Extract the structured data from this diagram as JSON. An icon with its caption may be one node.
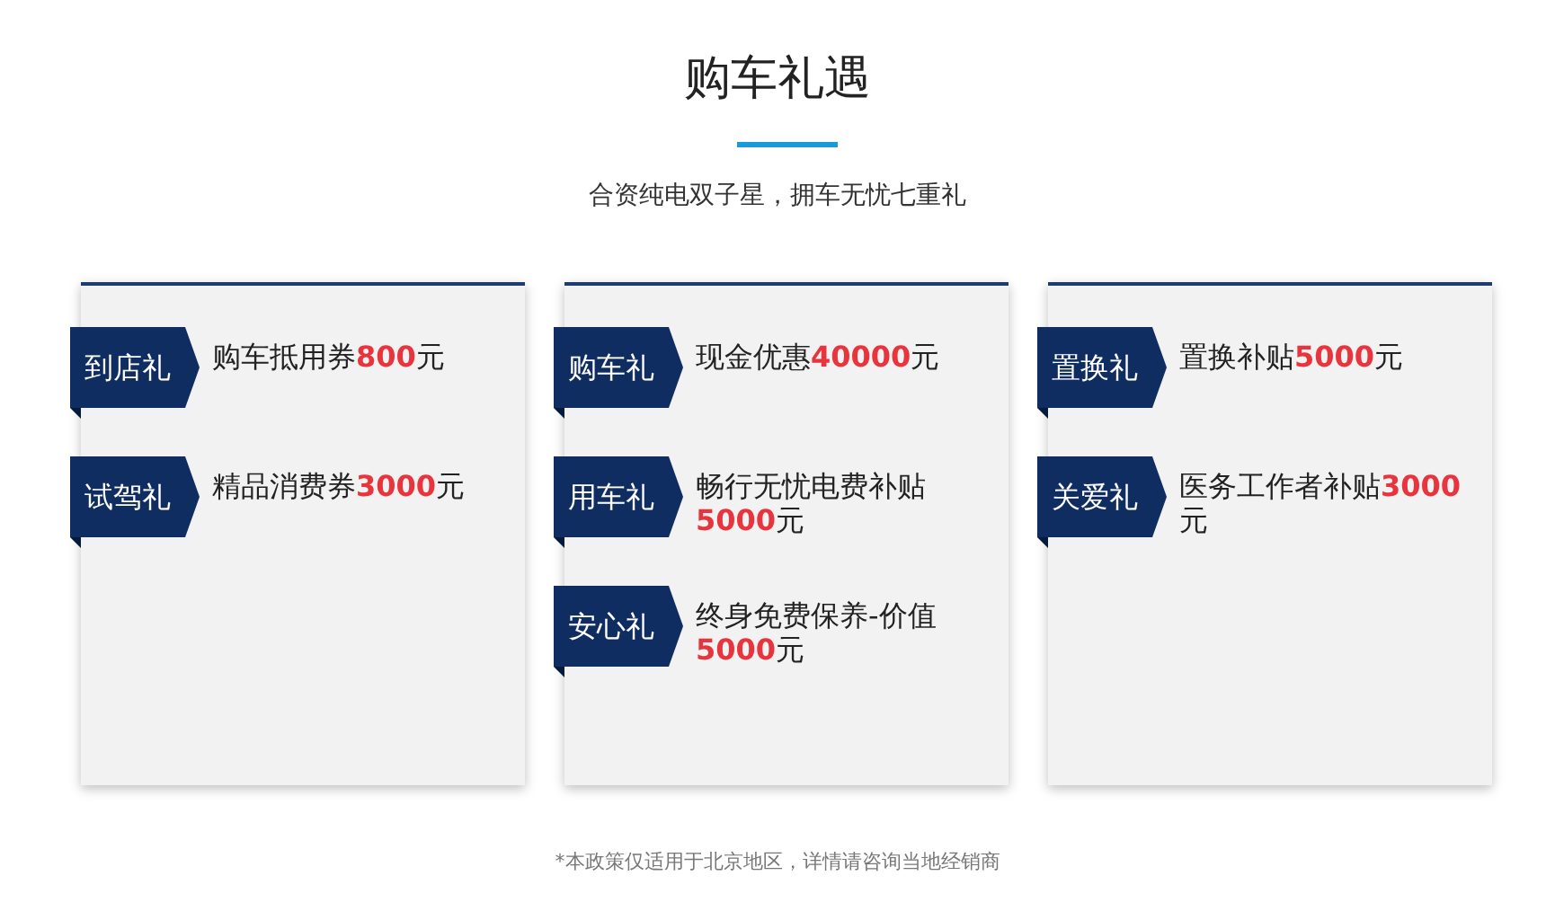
{
  "diagram": {
    "title": "购车礼遇",
    "nodes": [
      {
        "text": [],
        "shape": "box"
      },
      {
        "text": [
          "到店礼"
        ],
        "in": 0,
        "beside": [
          "购车抵用券**800**元"
        ]
      },
      {
        "text": [
          "试驾礼"
        ],
        "in": 0,
        "beside": [
          "精品消费券**3000**元"
        ]
      },
      {
        "text": [],
        "shape": "box"
      },
      {
        "text": [
          "购车礼"
        ],
        "in": 3,
        "beside": [
          "现金优惠**40000**元"
        ]
      },
      {
        "text": [
          "用车礼"
        ],
        "in": 3,
        "beside": [
          "畅行无忧电费补贴**5000**元"
        ]
      },
      {
        "text": [
          "安心礼"
        ],
        "in": 3,
        "beside": [
          "终身免费保养-价值**5000**元"
        ]
      },
      {
        "text": [],
        "shape": "box"
      },
      {
        "text": [
          "置换礼"
        ],
        "in": 7,
        "beside": [
          "置换补贴**5000**元"
        ]
      },
      {
        "text": [
          "关爱礼"
        ],
        "in": 7,
        "beside": [
          "医务工作者补贴**3000**元"
        ]
      }
    ],
    "labels": [
      "合资纯电双子星，拥车无忧七重礼",
      "*本政策仅适用于北京地区，详情请咨询当地经销商"
    ]
  }
}
